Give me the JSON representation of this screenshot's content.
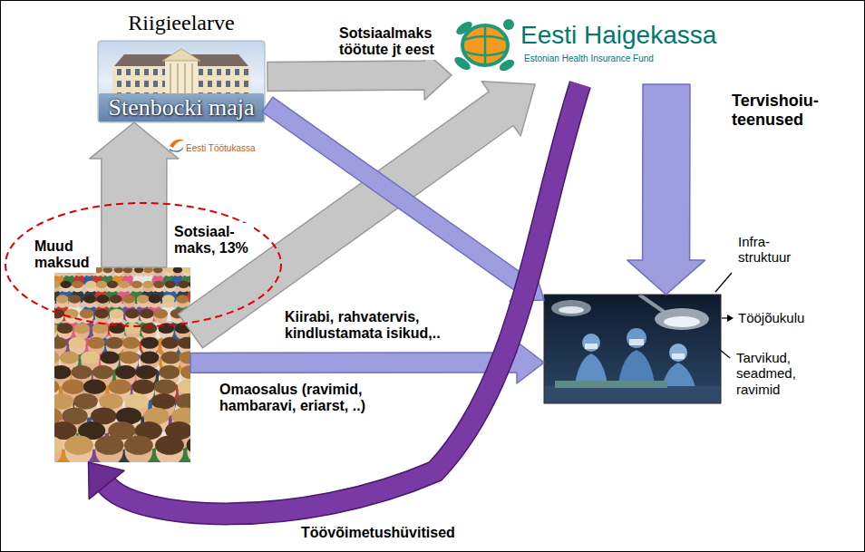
{
  "diagram": {
    "nodes": [
      {
        "text": [
          "Riigieelarve",
          "Stenbocki maja",
          "Eesti Töötukassa"
        ]
      },
      {
        "text": [
          "Eesti Haigekassa",
          "Estonian Health Insurance Fund"
        ]
      },
      {
        "text": []
      },
      {
        "text": []
      }
    ],
    "edges": [
      {
        "from": 2,
        "to": 0,
        "label": "Muud maksud",
        "arrow": "to"
      },
      {
        "from": 0,
        "to": 1,
        "label": "Sotsiaalmaks töötute jt eest",
        "arrow": "to"
      },
      {
        "from": 2,
        "to": 1,
        "label": "Sotsiaal- maks, 13%",
        "arrow": "to"
      },
      {
        "from": 0,
        "to": 3,
        "label": "Kiirabi, rahvatervis, kindlustamata isikud,..",
        "arrow": "to"
      },
      {
        "from": 1,
        "to": 3,
        "label": "Tervishoiu- teenused",
        "arrow": "to"
      },
      {
        "from": 2,
        "to": 3,
        "label": "Omaosalus (ravimid, hambaravi, eriarst, ..)",
        "arrow": "to"
      },
      {
        "from": 1,
        "to": 2,
        "label": "Töövõimetushüvitised",
        "arrow": "to"
      }
    ],
    "labels": [
      "Infra- struktuur",
      "Tööjõukulu",
      "Tarvikud, seadmed, ravimid"
    ]
  }
}
